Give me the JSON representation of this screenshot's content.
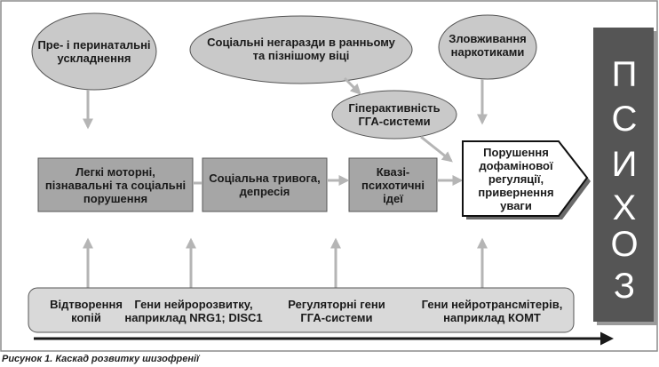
{
  "figure": {
    "caption": "Рисунок 1. Каскад розвитку шизофренії"
  },
  "risk_factors": {
    "perinatal": "Пре- і перинатальні\nускладнення",
    "social_adversity": "Соціальні негаразди в ранньому\nта пізнішому віці",
    "drug_abuse": "Зловживання\nнаркотиками"
  },
  "stages": {
    "hpa_hyperactivity": "Гіперактивність\nГГА-системи",
    "mild_impairments": "Легкі моторні,\nпізнавальні та соціальні\nпорушення",
    "social_anxiety": "Соціальна тривога,\nдепресія",
    "quasi_psychotic": "Квазі-\nпсихотичні\nідеї",
    "dopamine_dysregulation": "Порушення\nдофамінової\nрегуляції,\nпривернення\nуваги"
  },
  "genetics": {
    "copy_repeats": "Відтворення\nкопій",
    "neurodevelopment_genes": "Гени нейророзвитку,\nнаприклад NRG1; DISC1",
    "regulatory_genes": "Регуляторні гени\nГГА-системи",
    "neurotransmitter_genes": "Гени нейротрансмітерів,\nнаприклад КОМТ"
  },
  "outcome": {
    "letters": [
      "П",
      "С",
      "И",
      "Х",
      "О",
      "З"
    ]
  },
  "colors": {
    "frame_border": "#8c8c8c",
    "ellipse_fill": "#c9c9c9",
    "stage_box_fill": "#a6a6a6",
    "genetics_box_fill": "#d9d9d9",
    "arrow": "#b5b5b5",
    "outcome_bar": "#555555",
    "timeline": "#1a1a1a"
  }
}
